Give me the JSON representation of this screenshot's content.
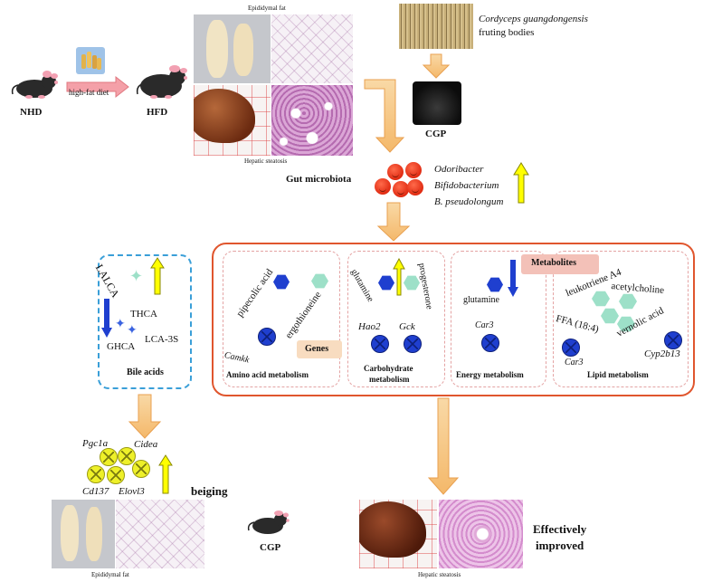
{
  "labels": {
    "nhd": "NHD",
    "diet": "high-fat diet",
    "hfd": "HFD",
    "epi_top": "Epididymal fat",
    "hepatic_top": "Hepatic steatosis",
    "species": "Cordyceps guangdongensis",
    "fruiting": "fruting bodies",
    "cgp_top": "CGP",
    "gut": "Gut microbiota",
    "bac1": "Odoribacter",
    "bac2": "Bifidobacterium",
    "bac3": "B. pseudolongum",
    "lalca": "LALCA",
    "thca": "THCA",
    "ghca": "GHCA",
    "lca3s": "LCA-3S",
    "bile": "Bile acids",
    "pipecolic": "pipecolic acid",
    "ergo": "ergothioneine",
    "camkk": "Camkk",
    "amino": "Amino acid metabolism",
    "genes": "Genes",
    "glut1": "glutamine",
    "prog": "progesterone",
    "hao2": "Hao2",
    "gck": "Gck",
    "carb1": "Carbohydrate",
    "carb2": "metabolism",
    "metabolites": "Metabolites",
    "glut2": "glutamine",
    "car3a": "Car3",
    "energy": "Energy metabolism",
    "leuko": "leukotriene A4",
    "acetyl": "acetylcholine",
    "ffa": "FFA (18:4)",
    "vernolic": "vernolic acid",
    "car3b": "Car3",
    "cyp": "Cyp2b13",
    "lipid": "Lipid metabolism",
    "pgc": "Pgc1a",
    "cidea": "Cidea",
    "cd137": "Cd137",
    "elovl": "Elovl3",
    "beiging": "beiging",
    "epi_bot": "Epididymal fat",
    "cgp_bot": "CGP",
    "hepatic_bot": "Hepatic steatosis",
    "effect1": "Effectively",
    "effect2": "improved"
  },
  "icons": [
    "mouse-icon",
    "food-icon",
    "bacteria-icon",
    "hexagon-metabolite-icon",
    "gene-circle-icon",
    "star-bile-acid-icon",
    "up-arrow-icon",
    "down-arrow-icon"
  ],
  "colors": {
    "orange_arrow": "#f7c07a",
    "yellow_arrow": "#ffff00",
    "blue_arrow": "#1f3fcf",
    "red_box": "#e0562e",
    "pink_dash": "#e4a3a3",
    "blue_dash": "#3a9fd8",
    "teal_hex": "#9de0c8",
    "blue_hex": "#1f3fcf",
    "metabolite_tag": "#f3c1b8",
    "genes_tag": "#f8dcc0"
  }
}
